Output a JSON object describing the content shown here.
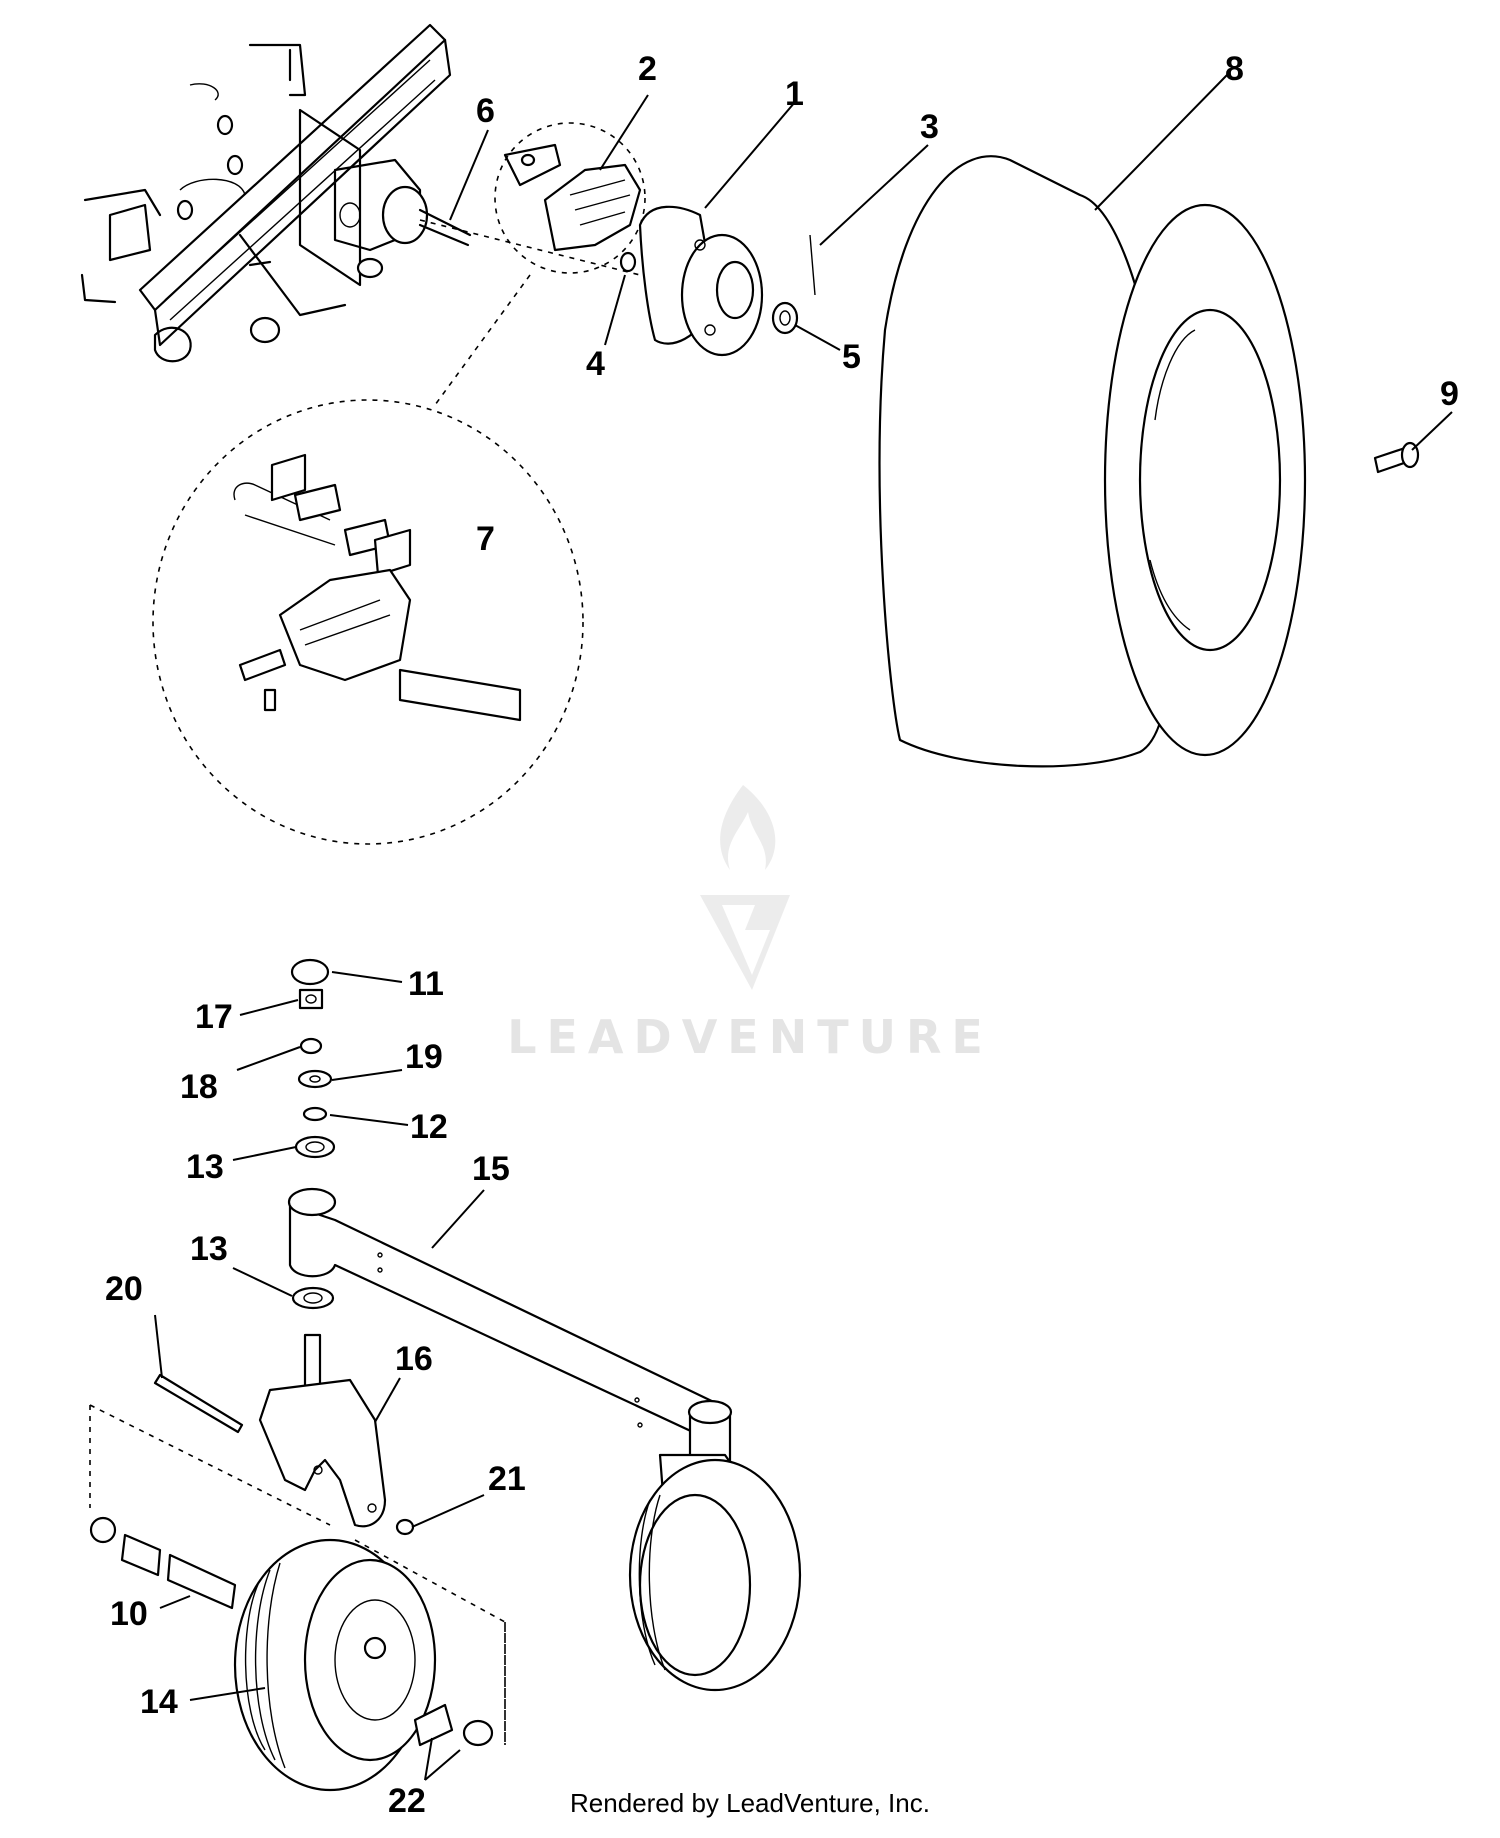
{
  "diagram": {
    "labels": [
      "1",
      "2",
      "3",
      "4",
      "5",
      "6",
      "7",
      "8",
      "9",
      "10",
      "11",
      "12",
      "13",
      "13",
      "14",
      "15",
      "16",
      "17",
      "18",
      "19",
      "20",
      "21",
      "22"
    ]
  },
  "watermark": {
    "text": "LEADVENTURE"
  },
  "footer": {
    "text": "Rendered by LeadVenture, Inc."
  }
}
